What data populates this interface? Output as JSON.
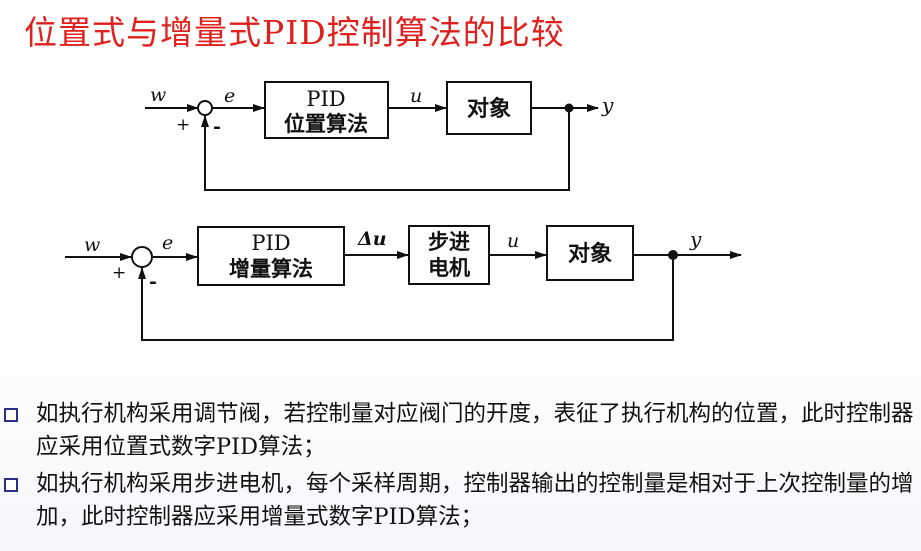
{
  "title": "位置式与增量式PID控制算法的比较",
  "diagram1": {
    "input": "w",
    "plus": "+",
    "minus": "-",
    "error": "e",
    "pid_line1": "PID",
    "pid_line2": "位置算法",
    "control": "u",
    "plant": "对象",
    "output": "y"
  },
  "diagram2": {
    "input": "w",
    "plus": "+",
    "minus": "-",
    "error": "e",
    "pid_line1": "PID",
    "pid_line2": "增量算法",
    "delta_u": "Δu",
    "motor_line1": "步进",
    "motor_line2": "电机",
    "control": "u",
    "plant": "对象",
    "output": "y"
  },
  "bullets": [
    "如执行机构采用调节阀，若控制量对应阀门的开度，表征了执行机构的位置，此时控制器应采用位置式数字PID算法；",
    "如执行机构采用步进电机，每个采样周期，控制器输出的控制量是相对于上次控制量的增加，此时控制器应采用增量式数字PID算法；"
  ],
  "colors": {
    "title": "#e0201c",
    "bullet_marker": "#2b2f8a",
    "text": "#111111"
  }
}
